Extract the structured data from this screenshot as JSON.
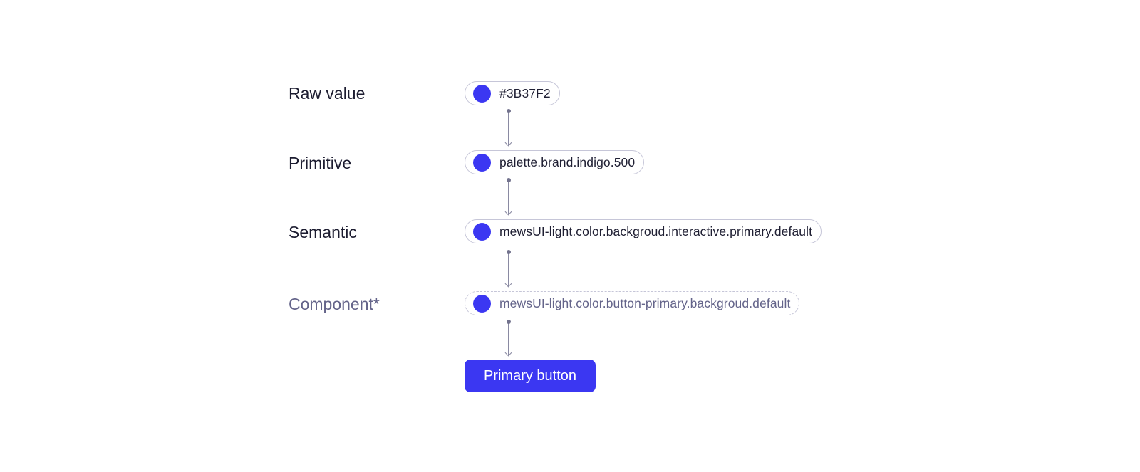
{
  "brand_color": "#3B37F2",
  "rows": [
    {
      "label": "Raw value",
      "token": "#3B37F2",
      "style": "solid"
    },
    {
      "label": "Primitive",
      "token": "palette.brand.indigo.500",
      "style": "solid"
    },
    {
      "label": "Semantic",
      "token": "mewsUI-light.color.backgroud.interactive.primary.default",
      "style": "solid"
    },
    {
      "label": "Component*",
      "token": "mewsUI-light.color.button-primary.backgroud.default",
      "style": "dashed"
    }
  ],
  "button": {
    "label": "Primary button",
    "color": "#3B37F2"
  }
}
